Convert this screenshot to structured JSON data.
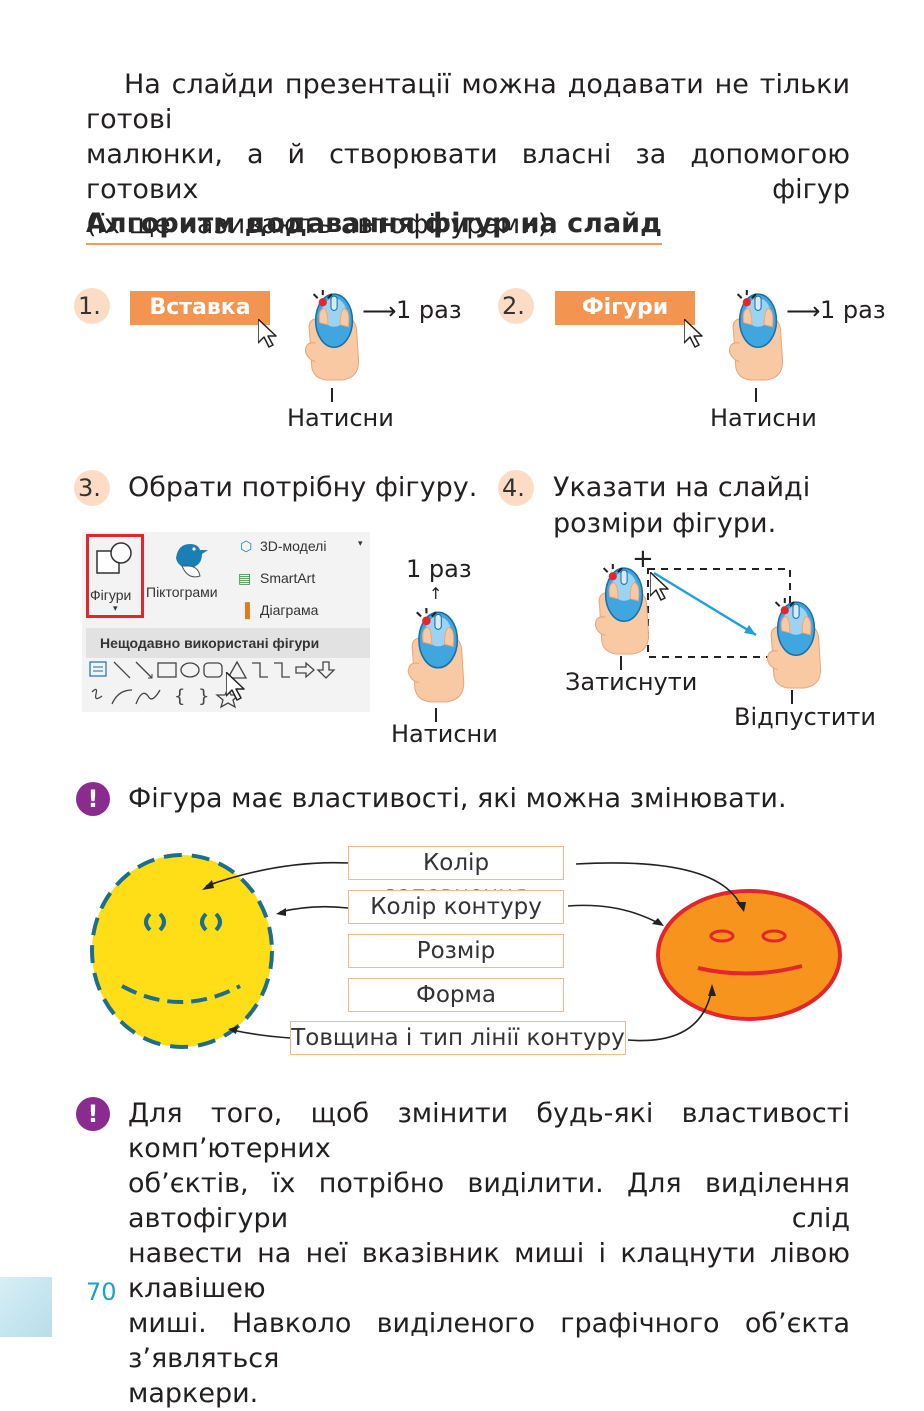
{
  "intro_lines": [
    "На слайди презентації можна додавати не тільки готові",
    "малюнки, а й створювати власні за допомогою готових фігур",
    "(їх ще називають автофігурами)."
  ],
  "heading": "Алгоритм додавання фігур на слайд",
  "steps": [
    {
      "num": "1.",
      "button": "Вставка",
      "times": "1 раз",
      "action": "Натисни"
    },
    {
      "num": "2.",
      "button": "Фігури",
      "times": "1 раз",
      "action": "Натисни"
    },
    {
      "num": "3.",
      "text": "Обрати потрібну фігуру.",
      "times": "1 раз",
      "action": "Натисни"
    },
    {
      "num": "4.",
      "text_lines": [
        "Указати на слайді",
        "розміри фігури."
      ],
      "press": "Затиснути",
      "release": "Відпустити"
    }
  ],
  "ribbon": {
    "shapes": "Фігури",
    "icons": "Піктограми",
    "models": "3D-моделі",
    "smartart": "SmartArt",
    "chart": "Діаграма",
    "recent": "Нещодавно використані фігури"
  },
  "note1": "Фігура має властивості, які можна змінювати.",
  "properties": [
    "Колір заповнення",
    "Колір контуру",
    "Розмір",
    "Форма",
    "Товщина і тип лінії контуру"
  ],
  "note2_lines": [
    "Для того, щоб змінити будь-які властивості комп’ютерних",
    "об’єктів, їх потрібно виділити. Для виділення автофігури слід",
    "навести на неї вказівник миші і клацнути лівою клавішею",
    "миші. Навколо виділеного графічного об’єкта з’являться",
    "маркери."
  ],
  "page_number": "70",
  "colors": {
    "accent": "#f49451",
    "badge": "#fcdcc4",
    "exclaim": "#8b2b8f",
    "smiley_yellow": "#ffde17",
    "smiley_orange": "#f7941d",
    "smiley_red": "#e3262b",
    "dash_blue": "#1b6f8a"
  }
}
